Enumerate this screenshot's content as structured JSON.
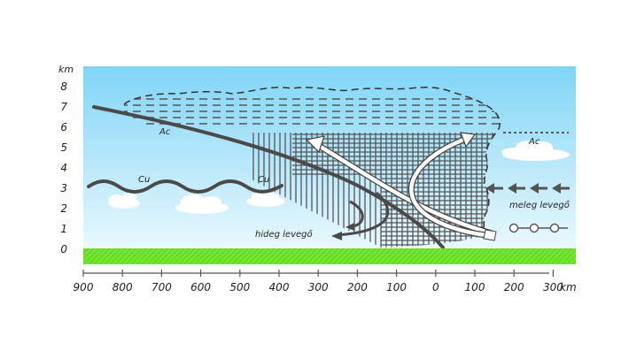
{
  "diagram": {
    "y_axis": {
      "unit": "km",
      "ticks": [
        "8",
        "7",
        "6",
        "5",
        "4",
        "3",
        "2",
        "1",
        "0"
      ]
    },
    "x_axis": {
      "unit": "km",
      "ticks": [
        "900",
        "800",
        "700",
        "600",
        "500",
        "400",
        "300",
        "200",
        "100",
        "0",
        "100",
        "200",
        "300"
      ]
    },
    "labels": {
      "ac_left": "Ac",
      "ac_right": "Ac",
      "cu_left": "Cu",
      "cu_right": "Cu",
      "warm_air": "meleg levegő",
      "cold_air": "hideg levegő"
    },
    "colors": {
      "sky_top": "#7fd5f7",
      "sky_bottom": "#e6f7fd",
      "ground": "#66dd22",
      "front_line": "#4a4a4a",
      "cloud_hatch": "#555555"
    }
  }
}
